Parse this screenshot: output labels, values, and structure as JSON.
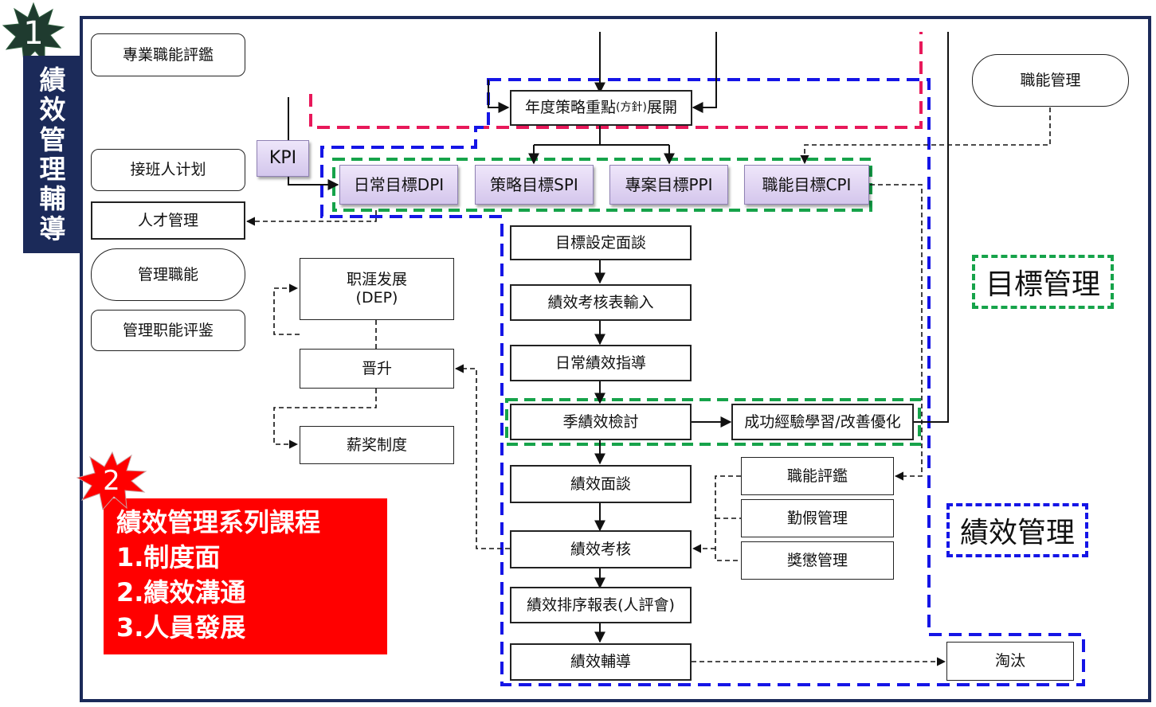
{
  "badge1": "1",
  "badge2": "2",
  "sidebar_title": "績效管理輔導",
  "left_boxes": {
    "professional_eval": "專業職能評鑑",
    "succession_plan": "接班人计划",
    "talent_mgmt": "人才管理",
    "mgmt_competency": "管理職能",
    "mgmt_competency_eval": "管理职能评鉴"
  },
  "kpi": "KPI",
  "career_dev": {
    "line1": "职涯发展",
    "line2": "(DEP)"
  },
  "promotion": "晋升",
  "compensation": "薪奖制度",
  "top_box": {
    "main": "年度策略重點",
    "small": "(方針)",
    "end": "展開"
  },
  "goals": {
    "dpi": "日常目標DPI",
    "spi": "策略目標SPI",
    "ppi": "專案目標PPI",
    "cpi": "職能目標CPI"
  },
  "competency_mgmt": "職能管理",
  "flow": {
    "goal_setting_interview": "目標設定面談",
    "appraisal_input": "績效考核表輸入",
    "daily_coaching": "日常績效指導",
    "quarterly_review": "季績效檢討",
    "performance_interview": "績效面談",
    "performance_appraisal": "績效考核",
    "ranking_report": "績效排序報表(人評會)",
    "performance_coaching": "績效輔導"
  },
  "success_learning": "成功經驗學習/改善優化",
  "side_inputs": {
    "competency_eval": "職能評鑑",
    "attendance_mgmt": "勤假管理",
    "reward_penalty": "獎懲管理"
  },
  "elimination": "淘汰",
  "legend_goal": "目標管理",
  "legend_perf": "績效管理",
  "courses": {
    "title": "績效管理系列課程",
    "item1": "1.制度面",
    "item2": "2.績效溝通",
    "item3": "3.人員發展"
  },
  "colors": {
    "navy": "#1b2a59",
    "red": "#ff0000",
    "green_dash": "#16a34a",
    "blue_dash": "#1515e6",
    "pink_dash": "#e8185a",
    "goal_fill": "#e3d8f5"
  }
}
